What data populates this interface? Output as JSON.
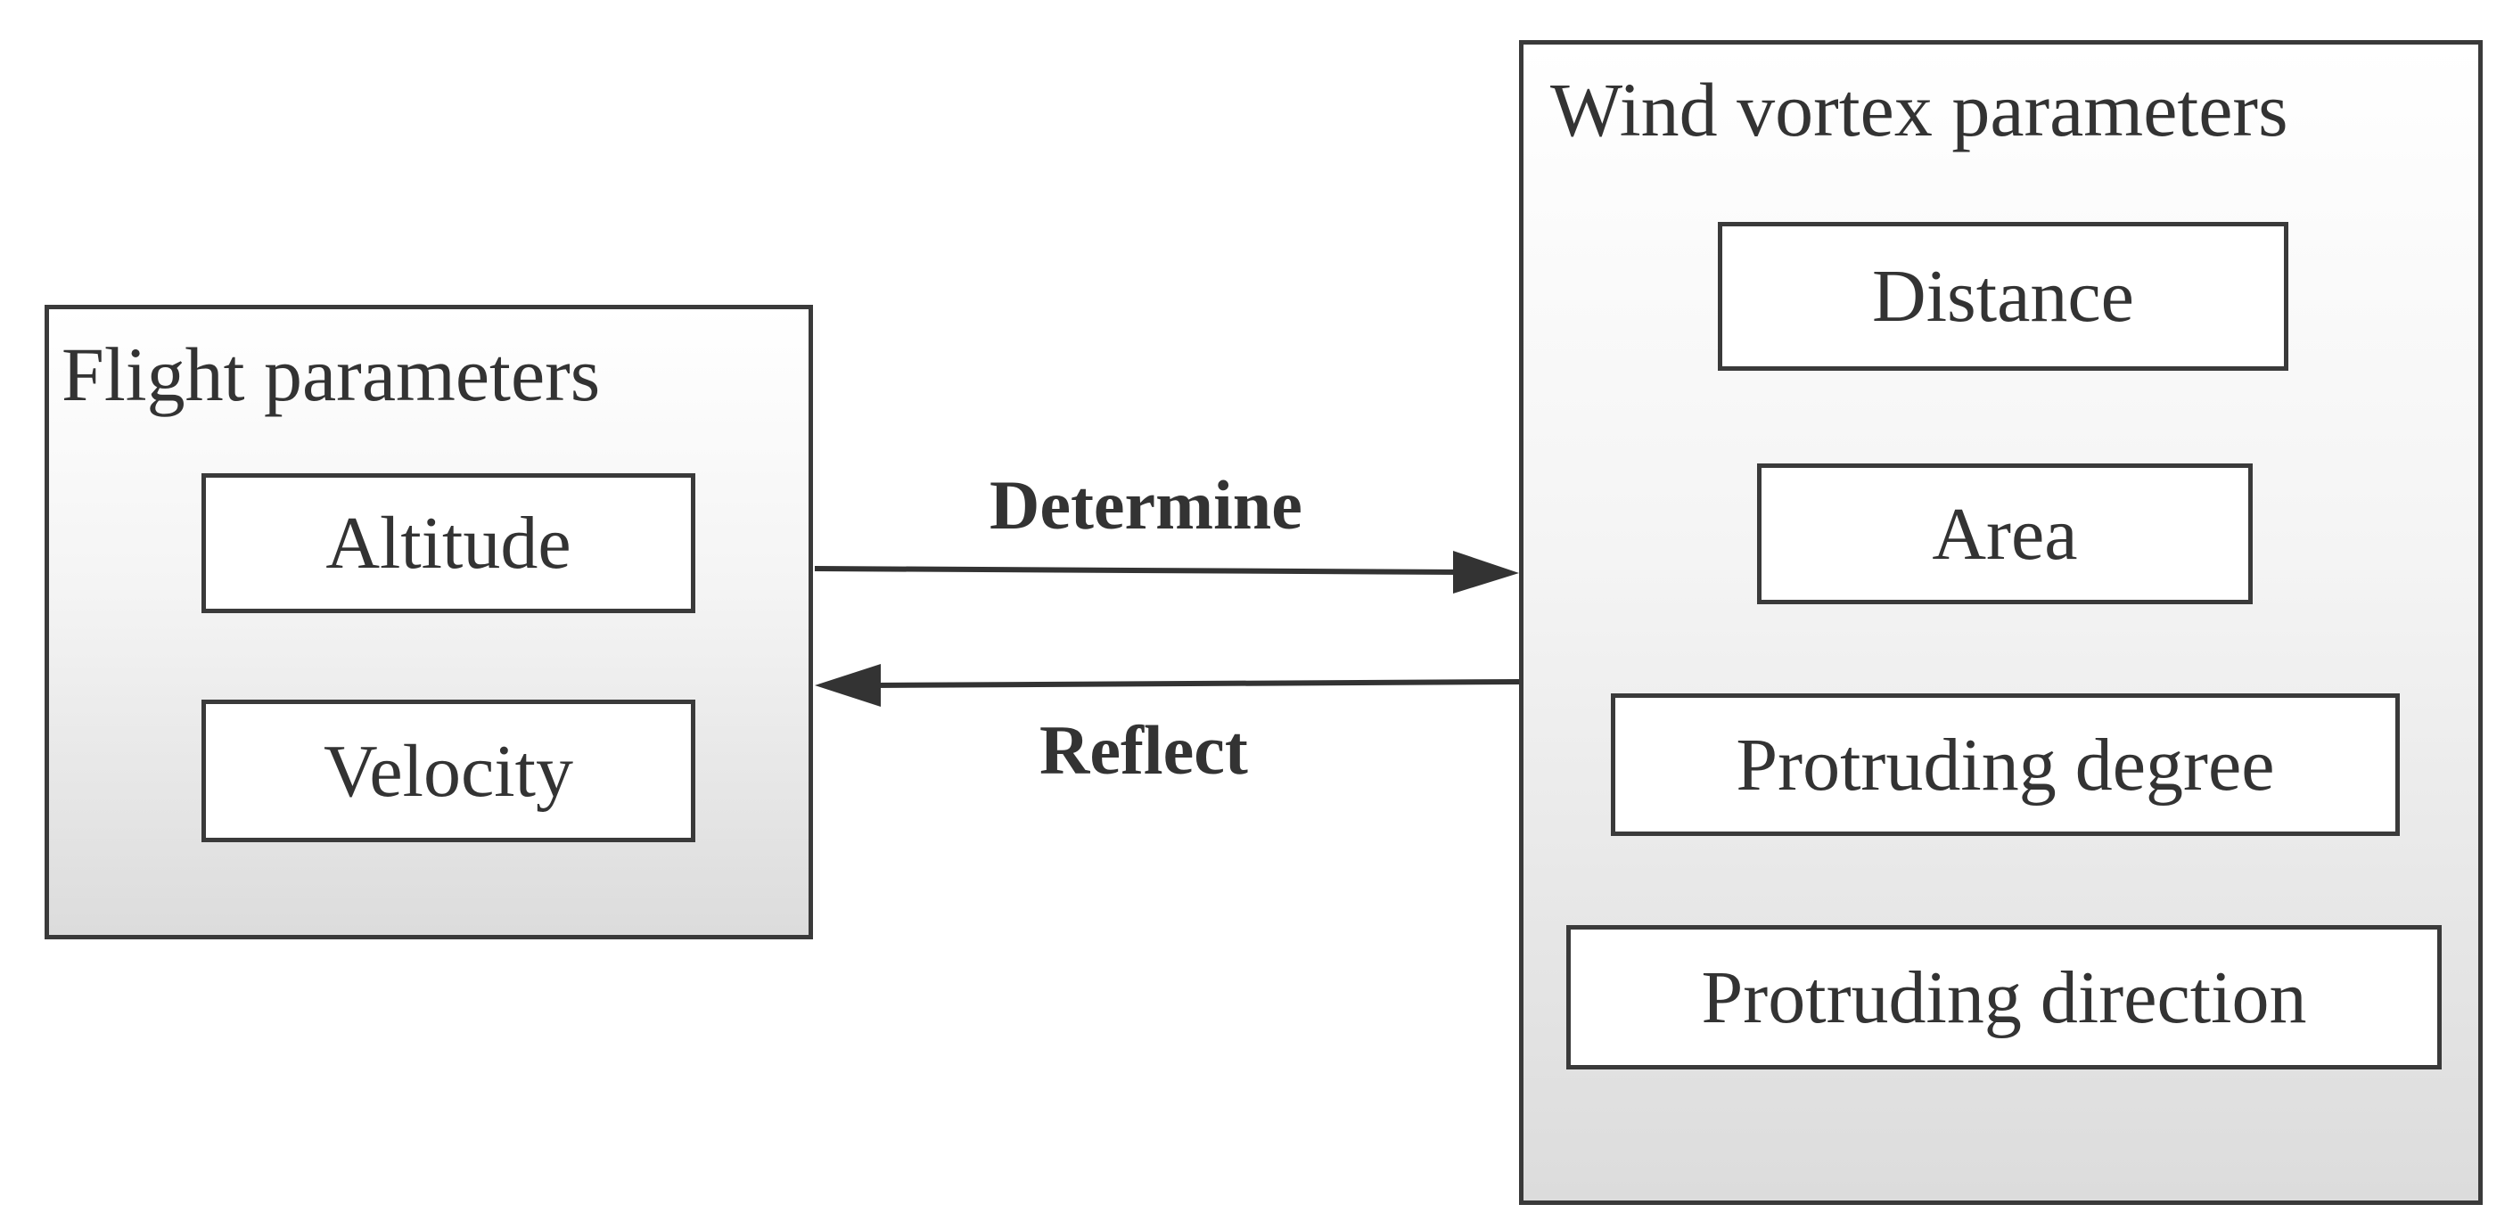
{
  "diagram": {
    "flight": {
      "title": "Flight parameters",
      "items": [
        "Altitude",
        "Velocity"
      ]
    },
    "vortex": {
      "title": "Wind vortex parameters",
      "items": [
        "Distance",
        "Area",
        "Protruding degree",
        "Protruding direction"
      ]
    },
    "relations": {
      "determine": "Determine",
      "reflect": "Reflect"
    }
  }
}
